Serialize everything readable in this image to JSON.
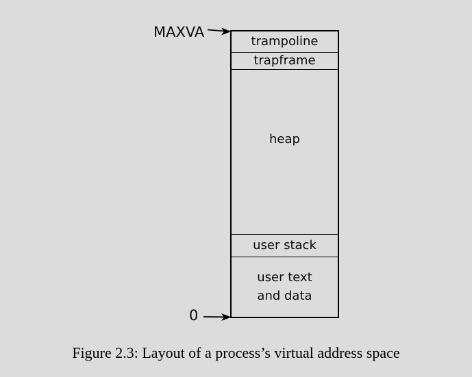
{
  "colors": {
    "background": "#dcdcdc",
    "line": "#000000",
    "text": "#0a0a0a"
  },
  "diagram": {
    "top_label": "MAXVA",
    "bottom_label": "0",
    "sections": [
      {
        "label": "trampoline"
      },
      {
        "label": "trapframe"
      },
      {
        "label": "heap"
      },
      {
        "label": "user stack"
      },
      {
        "label": "user text and data",
        "lines": [
          "user text",
          "and data"
        ]
      }
    ]
  },
  "caption": "Figure 2.3: Layout of a process’s virtual address space"
}
